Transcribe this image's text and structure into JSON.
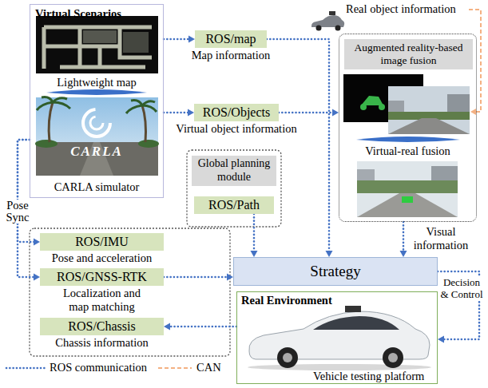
{
  "diagram": {
    "nodes": [
      {
        "text": [
          "Virtual Scenarios",
          "Lightweight map",
          "CARLA simulator"
        ]
      },
      {
        "text": [
          "ROS/map",
          "Map information"
        ]
      },
      {
        "text": [
          "ROS/Objects",
          "Virtual object information"
        ]
      },
      {
        "text": [
          "Virtual-real fusion"
        ]
      },
      {
        "text": [
          "Augmented reality-based image fusion"
        ],
        "in": 3
      },
      {
        "text": [
          "Global planning module"
        ]
      },
      {
        "text": [
          "ROS/Path"
        ]
      },
      {
        "text": [
          "ROS/IMU",
          "Pose and acceleration"
        ]
      },
      {
        "text": [
          "ROS/GNSS-RTK",
          "Localization and map matching"
        ]
      },
      {
        "text": [
          "Strategy"
        ]
      },
      {
        "text": [
          "ROS/Chassis",
          "Chassis information"
        ]
      },
      {
        "text": [
          "Real Environment",
          "Vehicle testing platform"
        ]
      }
    ],
    "edges": [
      {
        "from": 0,
        "to": 1,
        "arrow": "to"
      },
      {
        "from": 0,
        "to": 2,
        "arrow": "to"
      },
      {
        "from": 1,
        "to": 9,
        "arrow": "to"
      },
      {
        "from": 2,
        "to": 3,
        "arrow": "to"
      },
      {
        "from": 3,
        "to": 9,
        "label": "Visual information",
        "arrow": "to"
      },
      {
        "from": 6,
        "to": 9,
        "arrow": "to"
      },
      {
        "from": 0,
        "to": 7,
        "label": "Pose Sync",
        "arrow": "to"
      },
      {
        "from": 0,
        "to": 8,
        "arrow": "to"
      },
      {
        "from": 8,
        "to": 9,
        "arrow": "to"
      },
      {
        "from": 9,
        "to": 11,
        "label": "Decision & Control",
        "arrow": "to"
      },
      {
        "from": 11,
        "to": 10,
        "arrow": "to"
      }
    ],
    "labels": [
      "Real object information",
      "CARLA"
    ],
    "legend": [
      {
        "text": "ROS communication"
      },
      {
        "text": "CAN"
      }
    ]
  }
}
